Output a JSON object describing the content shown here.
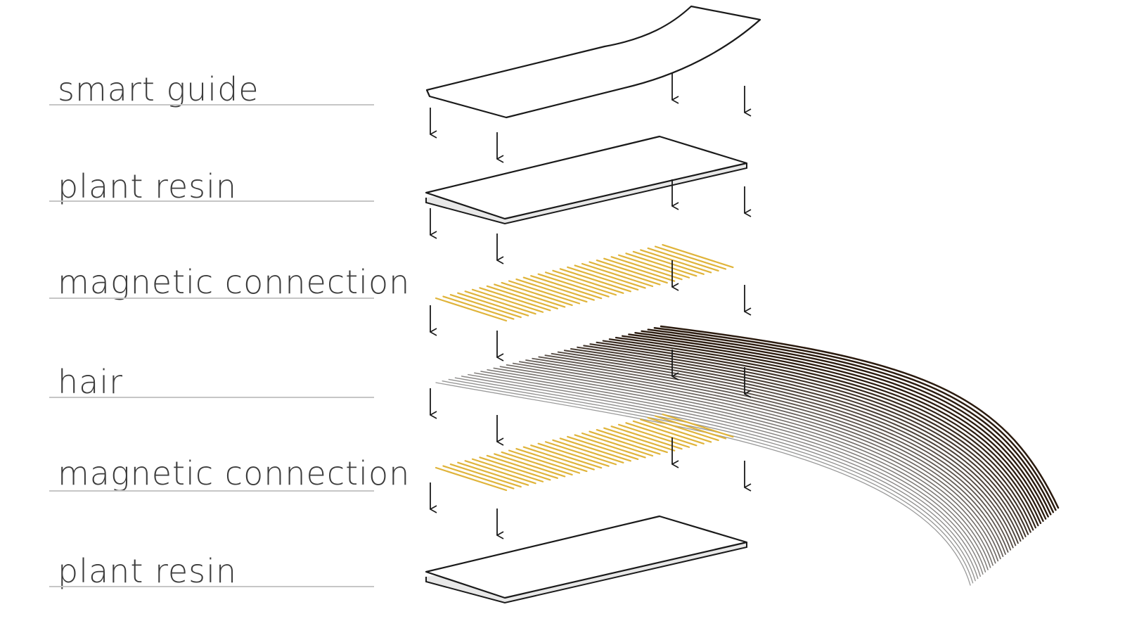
{
  "layers": [
    {
      "id": "smart-guide",
      "label": "smart guide",
      "material": "sheet"
    },
    {
      "id": "plant-resin-top",
      "label": "plant resin",
      "material": "plate"
    },
    {
      "id": "magnetic-connection-top",
      "label": "magnetic connection",
      "material": "strands"
    },
    {
      "id": "hair",
      "label": "hair",
      "material": "fibers"
    },
    {
      "id": "magnetic-connection-bottom",
      "label": "magnetic connection",
      "material": "strands"
    },
    {
      "id": "plant-resin-bottom",
      "label": "plant resin",
      "material": "plate"
    }
  ],
  "colors": {
    "label_text": "#3c3c3c",
    "label_rule": "#c6c6c6",
    "outline": "#1a1a1a",
    "magnetic_strand": "#e0b43a",
    "hair_dark": "#2a1a0e",
    "hair_light": "#9a9a9a"
  }
}
